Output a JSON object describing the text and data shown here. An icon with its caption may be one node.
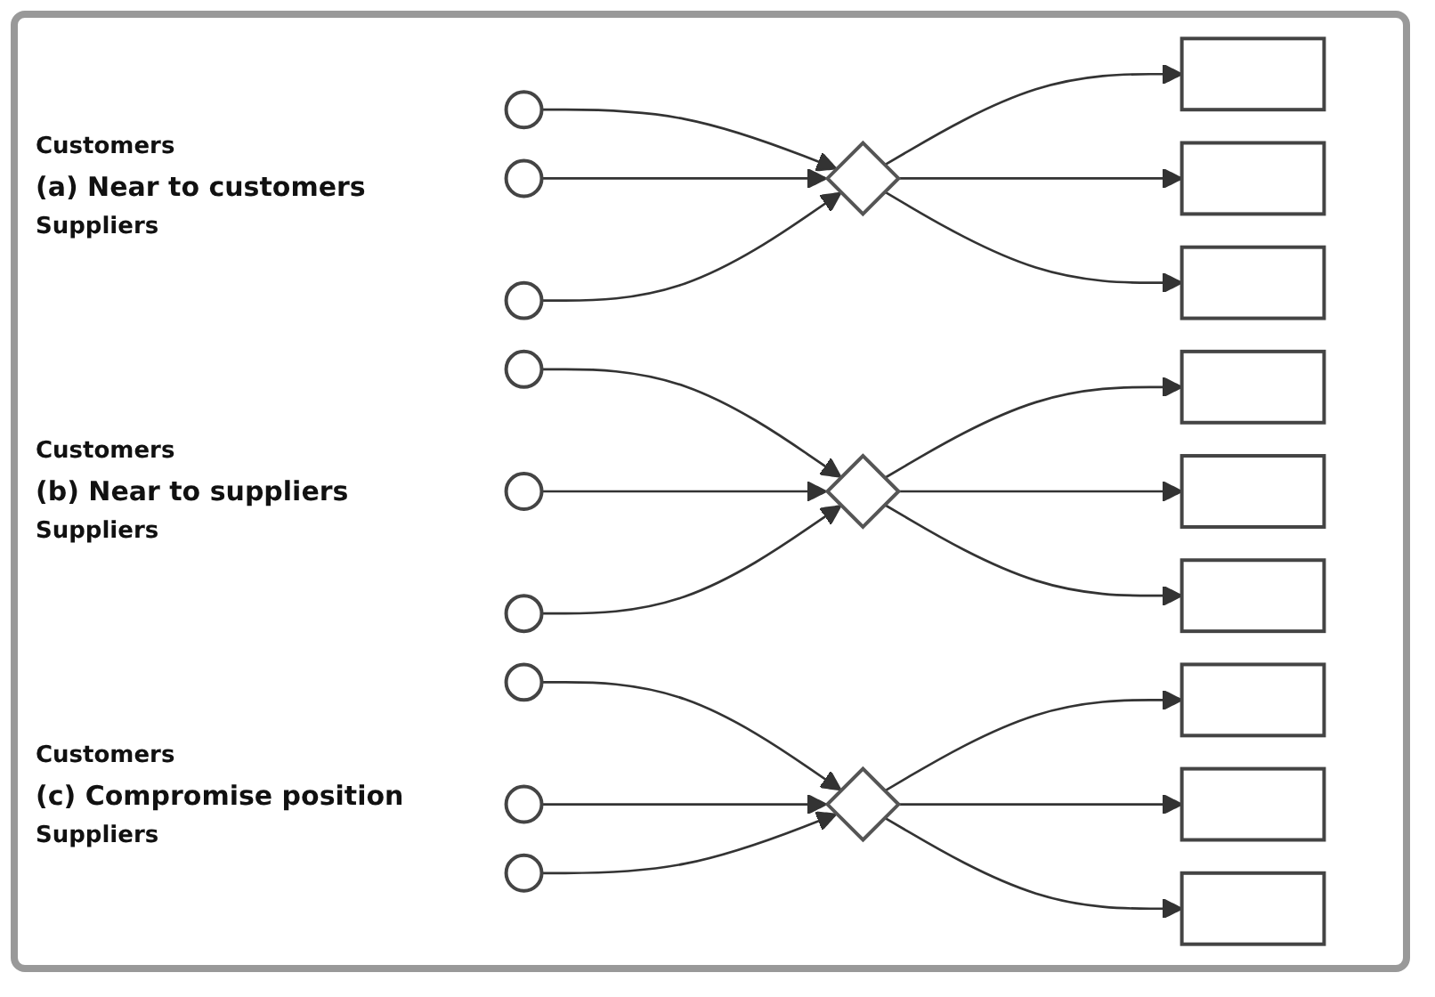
{
  "diagram": {
    "nodes": [
      {
        "text": [],
        "shape": "circle"
      },
      {
        "text": [],
        "shape": "circle"
      },
      {
        "text": [],
        "shape": "circle"
      },
      {
        "text": [],
        "shape": "diamond"
      },
      {
        "text": [],
        "shape": "box"
      },
      {
        "text": [],
        "shape": "box"
      },
      {
        "text": [],
        "shape": "box"
      },
      {
        "text": [],
        "shape": "circle"
      },
      {
        "text": [],
        "shape": "circle"
      },
      {
        "text": [],
        "shape": "circle"
      },
      {
        "text": [],
        "shape": "diamond"
      },
      {
        "text": [],
        "shape": "box"
      },
      {
        "text": [],
        "shape": "box"
      },
      {
        "text": [],
        "shape": "box"
      },
      {
        "text": [],
        "shape": "circle"
      },
      {
        "text": [],
        "shape": "circle"
      },
      {
        "text": [],
        "shape": "circle"
      },
      {
        "text": [],
        "shape": "diamond"
      },
      {
        "text": [],
        "shape": "box"
      },
      {
        "text": [],
        "shape": "box"
      },
      {
        "text": [],
        "shape": "box"
      }
    ],
    "edges": [
      {
        "from": 0,
        "to": 3,
        "arrow": "to"
      },
      {
        "from": 1,
        "to": 3,
        "arrow": "to"
      },
      {
        "from": 2,
        "to": 3,
        "arrow": "to"
      },
      {
        "from": 3,
        "to": 4,
        "arrow": "to"
      },
      {
        "from": 3,
        "to": 5,
        "arrow": "to"
      },
      {
        "from": 3,
        "to": 6,
        "arrow": "to"
      },
      {
        "from": 7,
        "to": 10,
        "arrow": "to"
      },
      {
        "from": 8,
        "to": 10,
        "arrow": "to"
      },
      {
        "from": 9,
        "to": 10,
        "arrow": "to"
      },
      {
        "from": 10,
        "to": 11,
        "arrow": "to"
      },
      {
        "from": 10,
        "to": 12,
        "arrow": "to"
      },
      {
        "from": 10,
        "to": 13,
        "arrow": "to"
      },
      {
        "from": 14,
        "to": 17,
        "arrow": "to"
      },
      {
        "from": 15,
        "to": 17,
        "arrow": "to"
      },
      {
        "from": 16,
        "to": 17,
        "arrow": "to"
      },
      {
        "from": 17,
        "to": 18,
        "arrow": "to"
      },
      {
        "from": 17,
        "to": 19,
        "arrow": "to"
      },
      {
        "from": 17,
        "to": 20,
        "arrow": "to"
      }
    ],
    "labels": [
      "Customers",
      "(a) Near to customers",
      "Suppliers",
      "Customers",
      "(b) Near to suppliers",
      "Suppliers",
      "Customers",
      "(c) Compromise position",
      "Suppliers"
    ]
  }
}
